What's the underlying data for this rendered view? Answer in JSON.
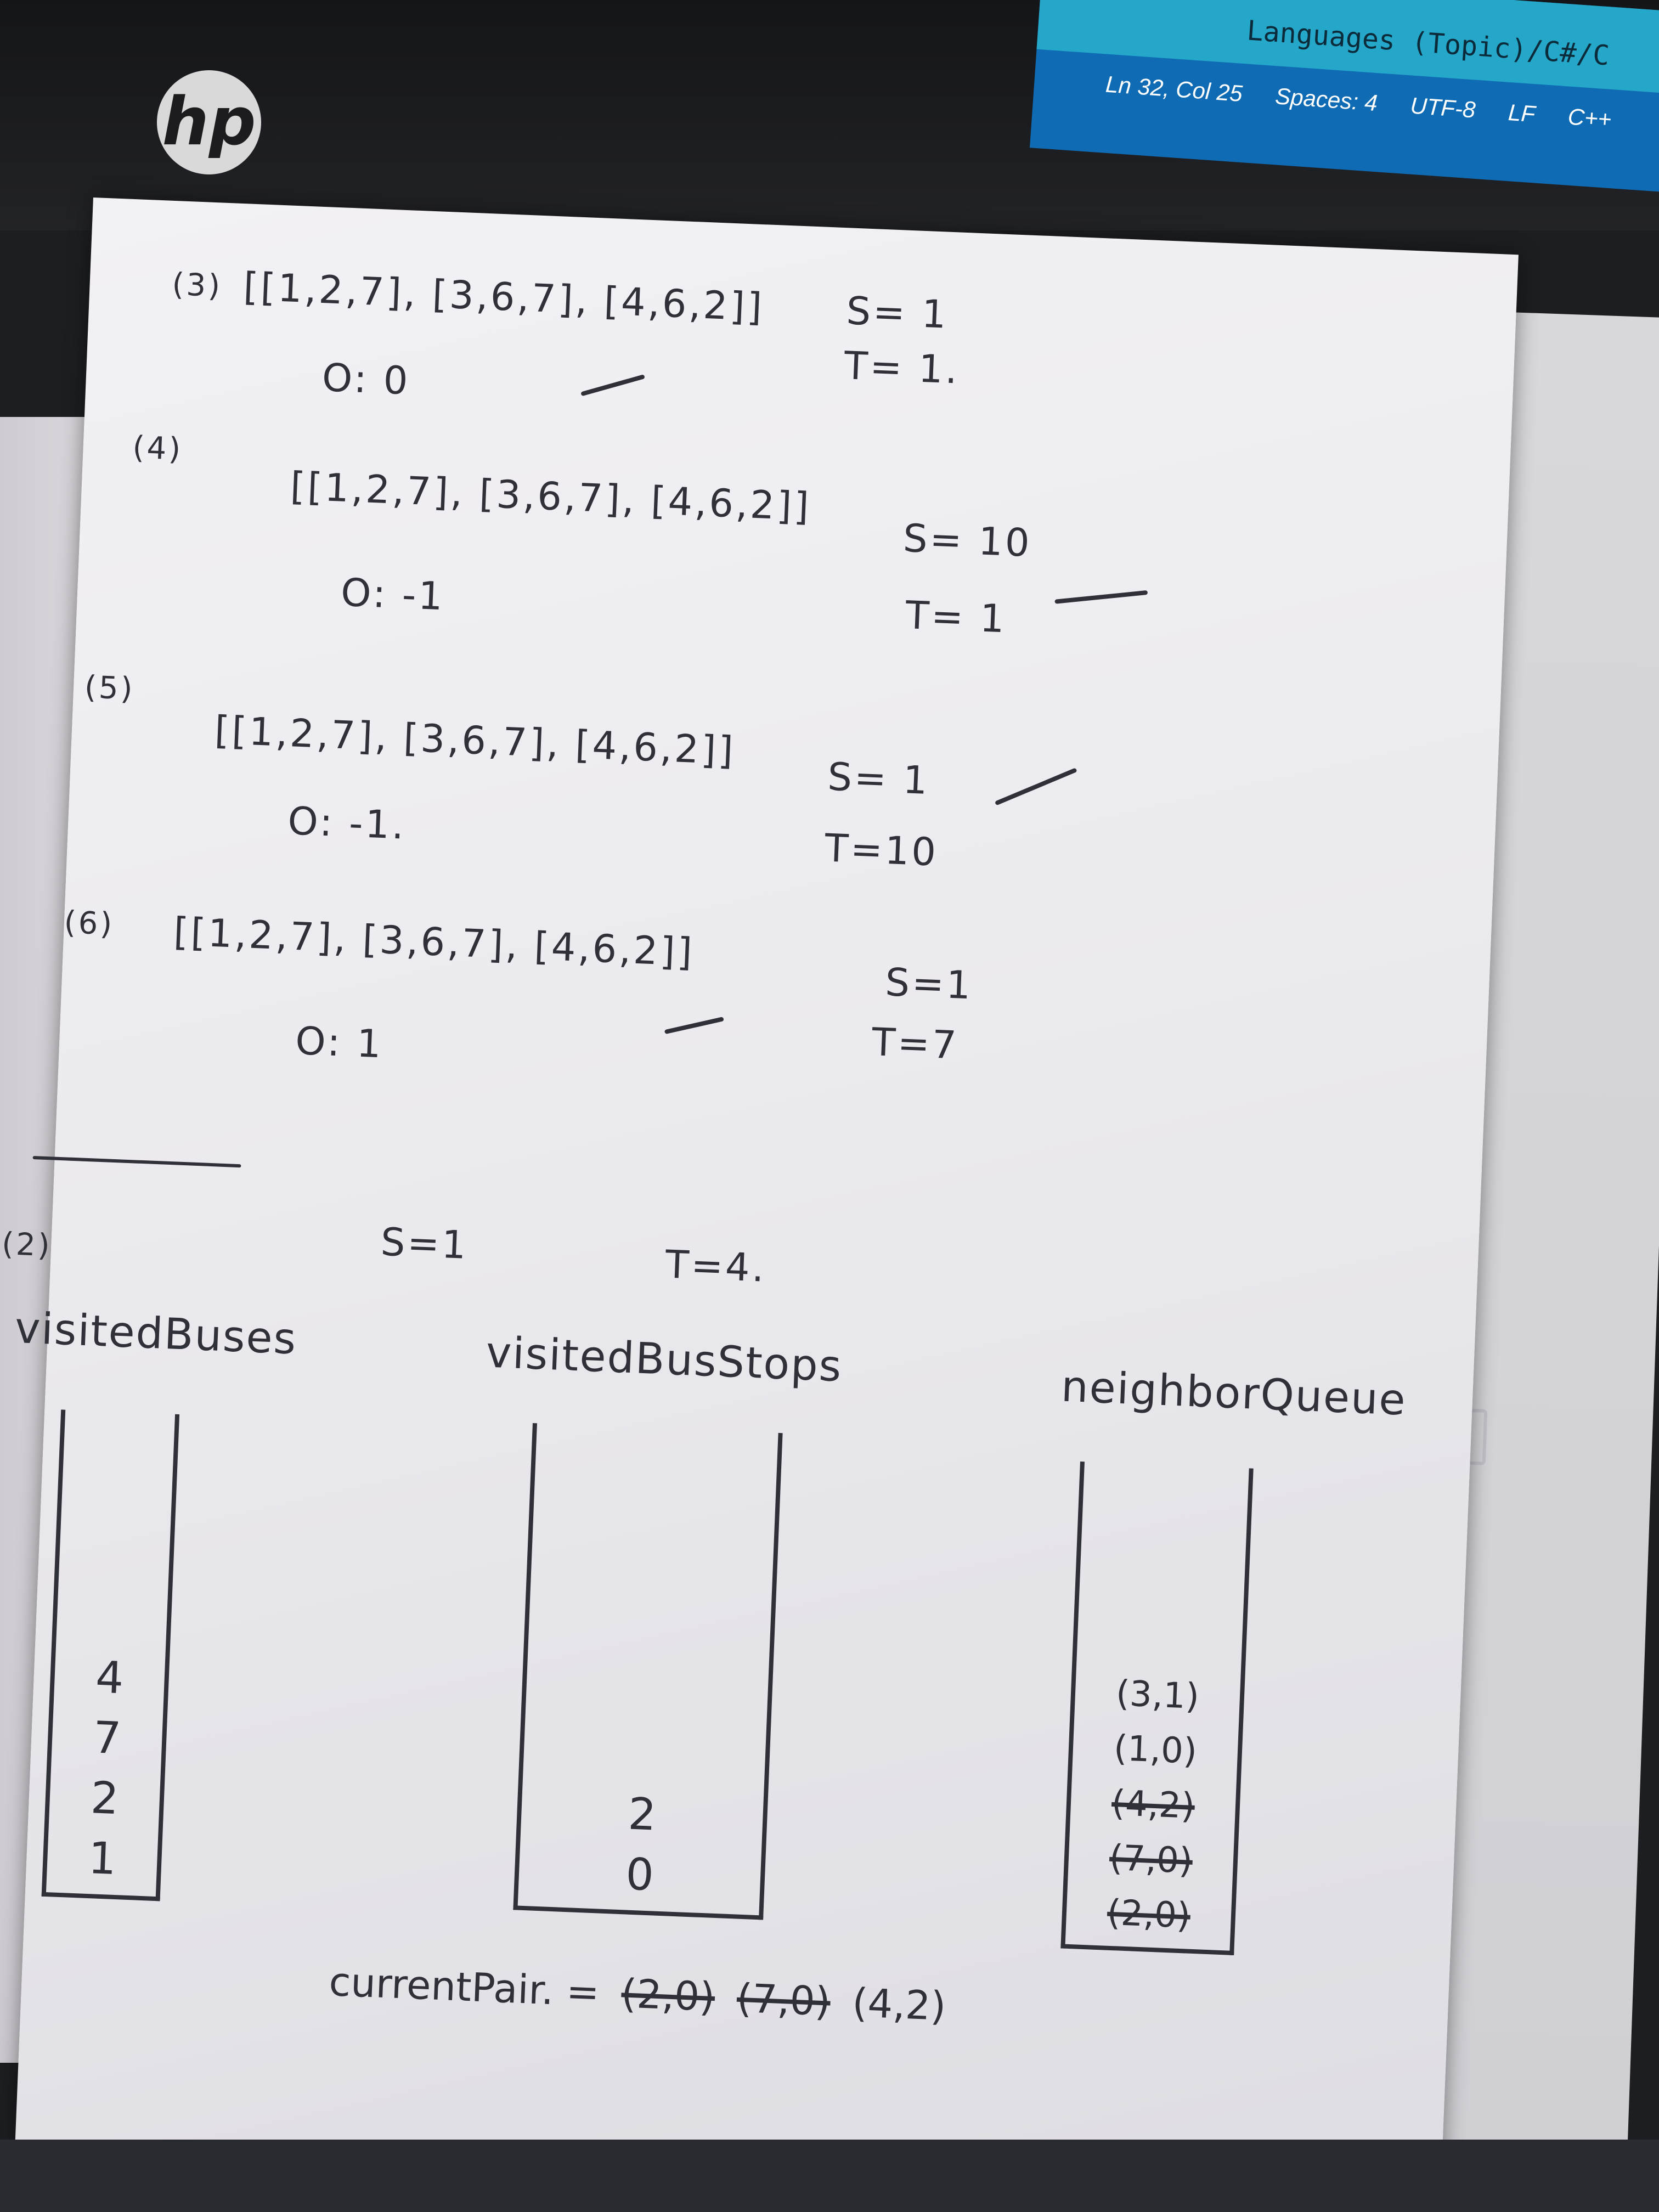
{
  "monitor": {
    "brand_logo": "hp",
    "editor_title": "Languages (Topic)/C#/C",
    "statusbar": {
      "position": "Ln 32, Col 25",
      "indent": "Spaces: 4",
      "encoding": "UTF-8",
      "eol": "LF",
      "language": "C++"
    }
  },
  "notes": {
    "case3": {
      "num": "(3)",
      "routes": "[[1,2,7], [3,6,7], [4,6,2]]",
      "output": "O: 0",
      "source": "S= 1",
      "target": "T= 1."
    },
    "case4": {
      "num": "(4)",
      "routes": "[[1,2,7], [3,6,7], [4,6,2]]",
      "output": "O: -1",
      "source": "S= 10",
      "target": "T= 1"
    },
    "case5": {
      "num": "(5)",
      "routes": "[[1,2,7], [3,6,7], [4,6,2]]",
      "output": "O: -1.",
      "source": "S= 1",
      "target": "T=10"
    },
    "case6": {
      "num": "(6)",
      "routes": "[[1,2,7], [3,6,7], [4,6,2]]",
      "output": "O: 1",
      "source": "S=1",
      "target": "T=7"
    },
    "trace": {
      "num": "(2)",
      "source": "S=1",
      "target": "T=4.",
      "visited_buses": {
        "label": "visitedBuses",
        "items": [
          "4",
          "7",
          "2",
          "1"
        ]
      },
      "visited_bus_stops": {
        "label": "visitedBusStops",
        "items": [
          "2",
          "0"
        ]
      },
      "neighbor_queue": {
        "label": "neighborQueue",
        "items": [
          {
            "text": "(3,1)",
            "struck": false
          },
          {
            "text": "(1,0)",
            "struck": false
          },
          {
            "text": "(4,2)",
            "struck": true
          },
          {
            "text": "(7,0)",
            "struck": true
          },
          {
            "text": "(2,0)",
            "struck": true
          }
        ]
      },
      "current_pair": {
        "label": "currentPair. =",
        "items": [
          {
            "text": "(2,0)",
            "struck": true
          },
          {
            "text": "(7,0)",
            "struck": true
          },
          {
            "text": "(4,2)",
            "struck": false
          }
        ]
      }
    }
  }
}
